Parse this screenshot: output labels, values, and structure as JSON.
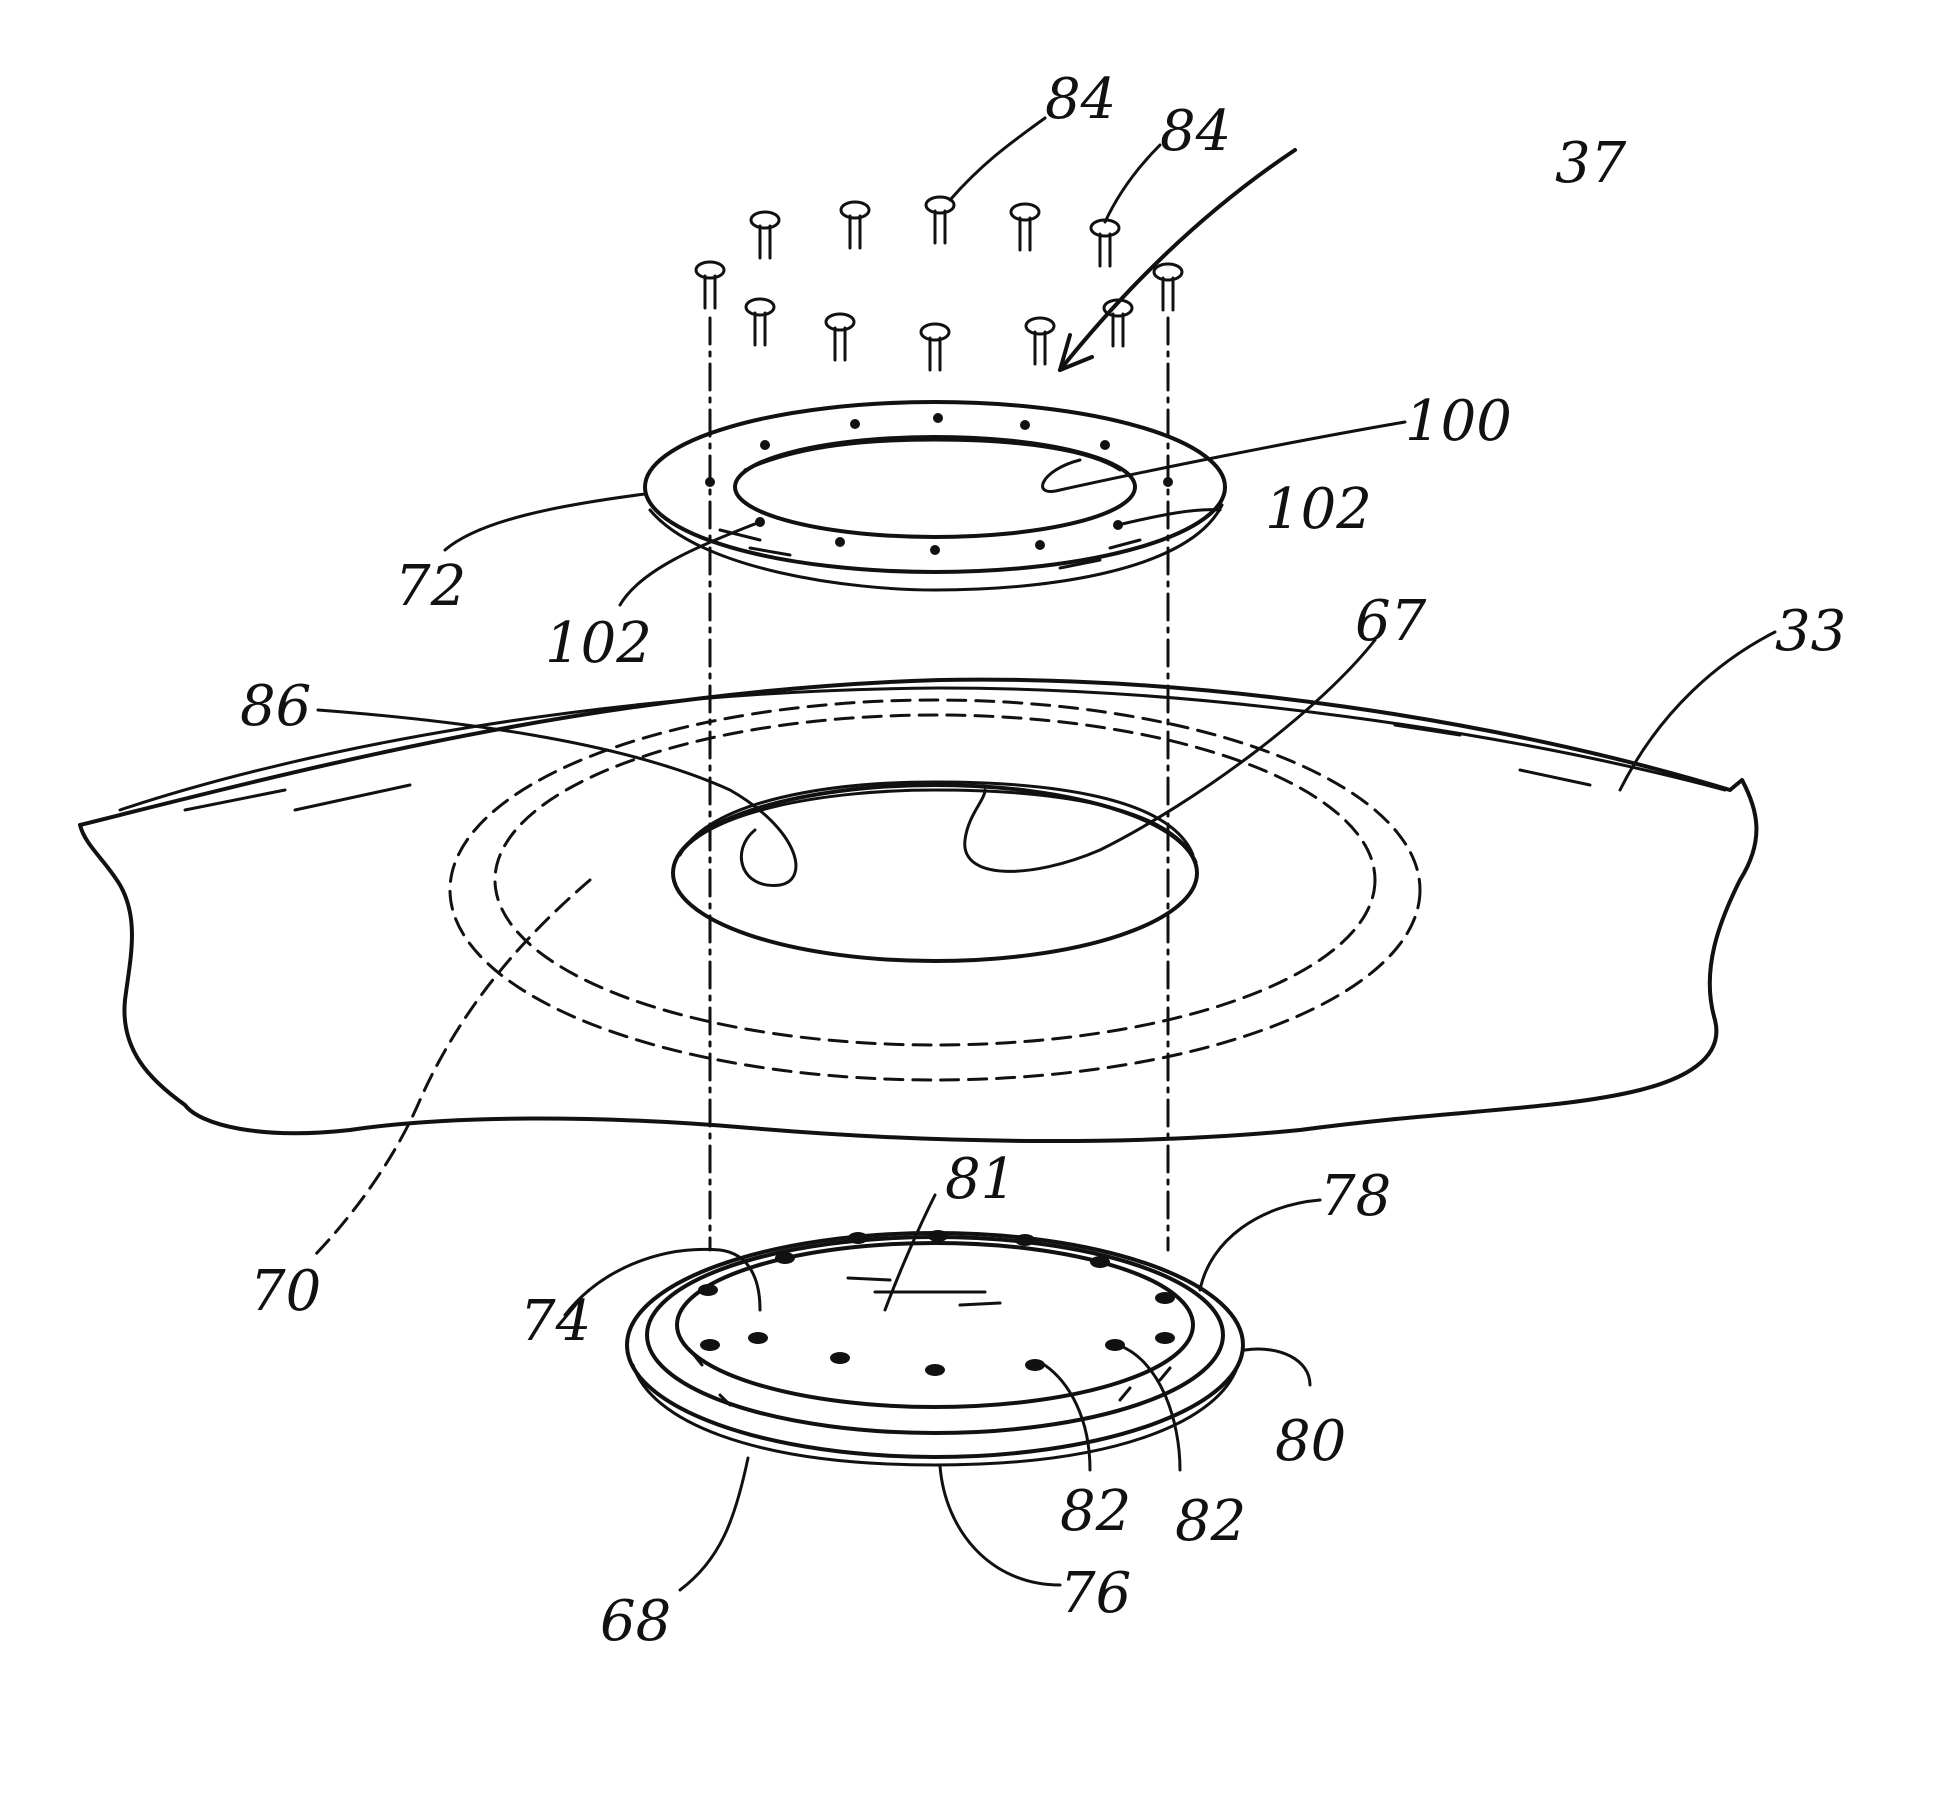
{
  "figure": {
    "reference_numerals": {
      "assembly": "37",
      "body": "33",
      "aperture": "67",
      "cover_plate": "68",
      "seal_region": "70",
      "ring": "72",
      "plate_face": "74",
      "plate_edge": "76",
      "flange_inner": "78",
      "flange_outer": "80",
      "plate_center": "81",
      "hole_left": "82",
      "hole_right": "82",
      "bolt_top_left": "84",
      "bolt_top_right": "84",
      "aperture_edge": "86",
      "ring_inner": "100",
      "ring_hole_left": "102",
      "ring_hole_right": "102"
    }
  }
}
